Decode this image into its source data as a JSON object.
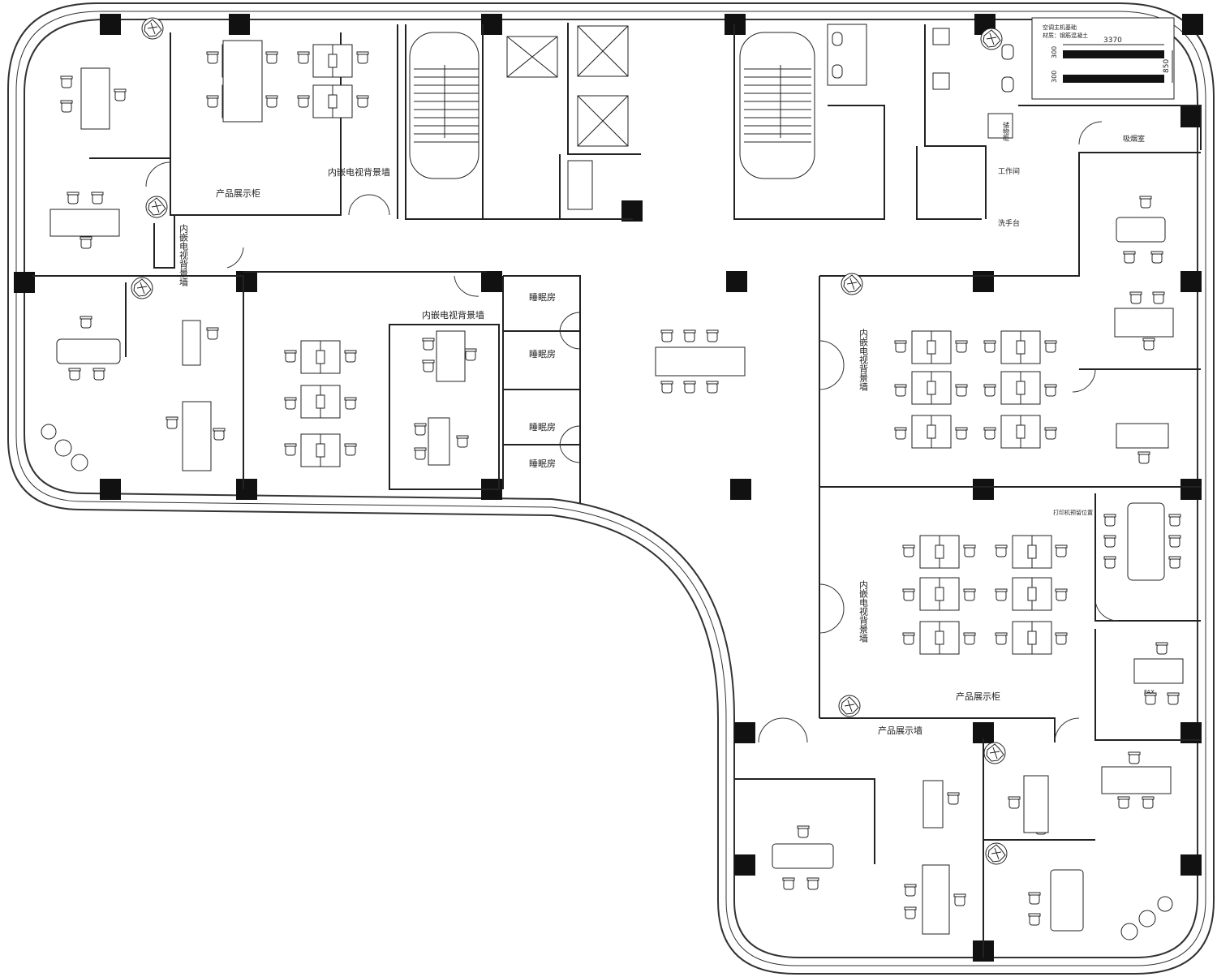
{
  "plan": {
    "labels": {
      "product_cabinet_top": "产品展示柜",
      "tv_wall_top": "内嵌电视背景墙",
      "tv_wall_left_vertical": "内嵌电视背景墙",
      "tv_wall_center": "内嵌电视背景墙",
      "sleep_room_1": "睡眠房",
      "sleep_room_2": "睡眠房",
      "sleep_room_3": "睡眠房",
      "sleep_room_4": "睡眠房",
      "tv_wall_right_upper": "内嵌电视背景墙",
      "tv_wall_right_lower": "内嵌电视背景墙",
      "product_cabinet_bottom": "产品展示柜",
      "product_wall_bottom": "产品展示墙",
      "smoking_room": "吸烟室",
      "work_room": "工作间",
      "wash_basin": "洗手台",
      "storage": "储物柜",
      "printer_position": "打印机预留位置",
      "ac_unit_note": "空调主机基础",
      "ac_unit_material": "材质：钢筋混凝土",
      "dim_3370": "3370",
      "dim_850": "850",
      "dim_300_a": "300",
      "dim_300_b": "300",
      "fax_label": "FAX"
    }
  }
}
